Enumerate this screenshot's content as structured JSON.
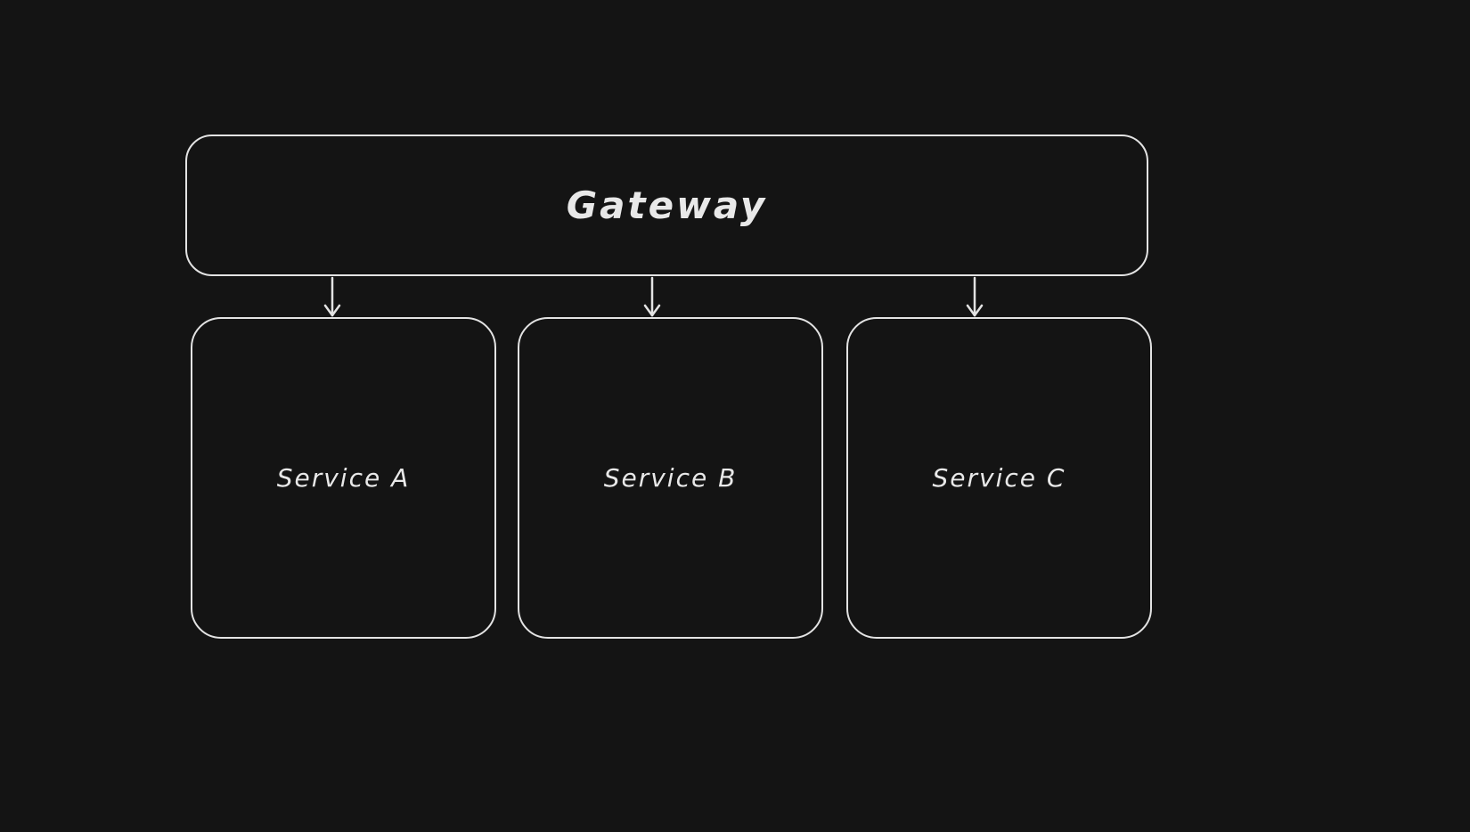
{
  "diagram": {
    "gateway": {
      "label": "Gateway"
    },
    "services": [
      {
        "label": "Service A"
      },
      {
        "label": "Service B"
      },
      {
        "label": "Service C"
      }
    ],
    "connectors": [
      {
        "from": "Gateway",
        "to": "Service A",
        "direction": "down"
      },
      {
        "from": "Gateway",
        "to": "Service B",
        "direction": "down"
      },
      {
        "from": "Gateway",
        "to": "Service C",
        "direction": "down"
      }
    ],
    "colors": {
      "background": "#141414",
      "stroke": "#e3e3e3",
      "text": "#e8e8e8"
    }
  }
}
